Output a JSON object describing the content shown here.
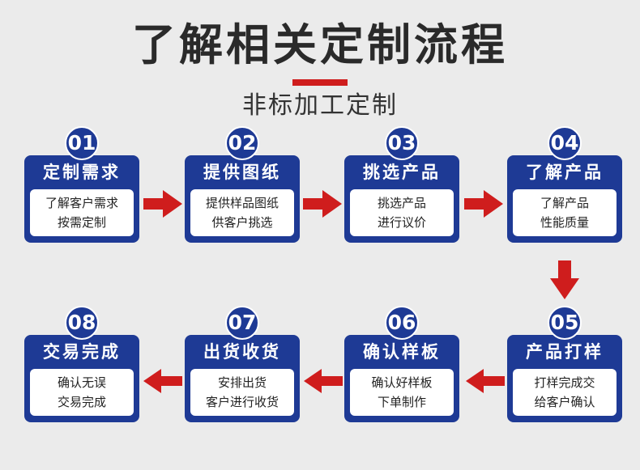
{
  "title": "了解相关定制流程",
  "subtitle": "非标加工定制",
  "steps": [
    {
      "num": "01",
      "title": "定制需求",
      "line1": "了解客户需求",
      "line2": "按需定制"
    },
    {
      "num": "02",
      "title": "提供图纸",
      "line1": "提供样品图纸",
      "line2": "供客户挑选"
    },
    {
      "num": "03",
      "title": "挑选产品",
      "line1": "挑选产品",
      "line2": "进行议价"
    },
    {
      "num": "04",
      "title": "了解产品",
      "line1": "了解产品",
      "line2": "性能质量"
    },
    {
      "num": "05",
      "title": "产品打样",
      "line1": "打样完成交",
      "line2": "给客户确认"
    },
    {
      "num": "06",
      "title": "确认样板",
      "line1": "确认好样板",
      "line2": "下单制作"
    },
    {
      "num": "07",
      "title": "出货收货",
      "line1": "安排出货",
      "line2": "客户进行收货"
    },
    {
      "num": "08",
      "title": "交易完成",
      "line1": "确认无误",
      "line2": "交易完成"
    }
  ],
  "colors": {
    "card": "#1e3a95",
    "arrow": "#cf1d1d",
    "background": "#ebebeb"
  }
}
